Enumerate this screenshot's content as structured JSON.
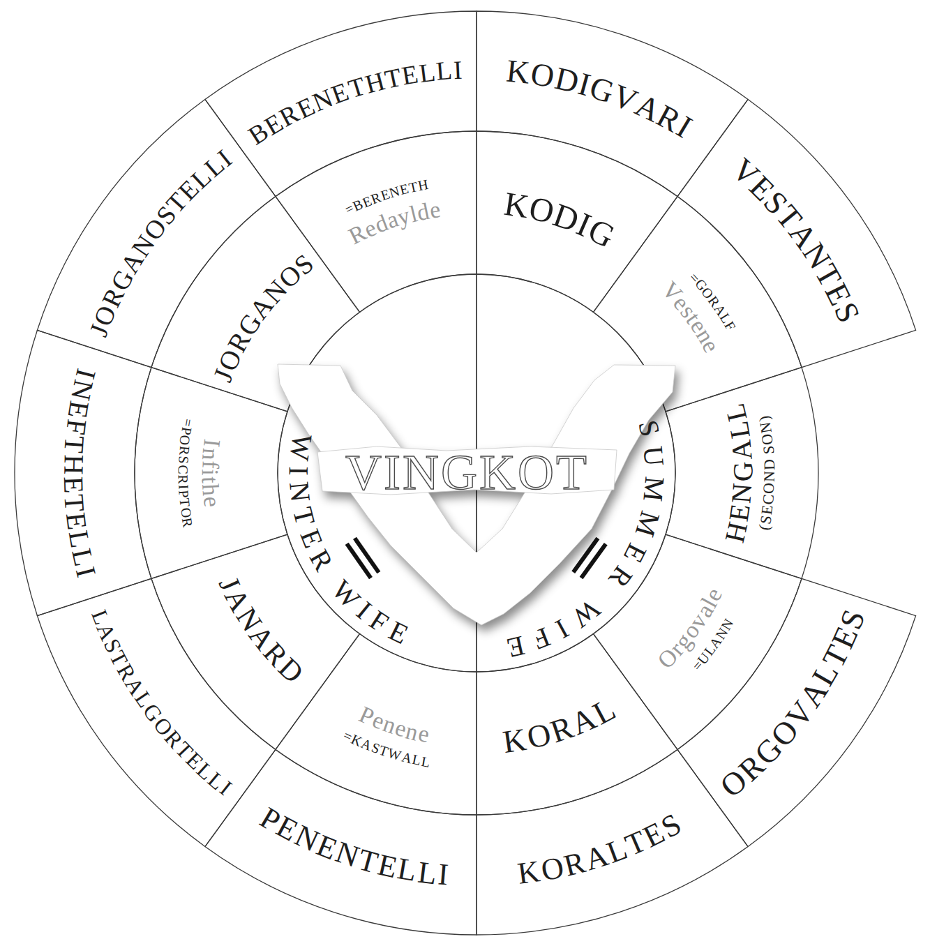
{
  "diagram": {
    "nodes": [
      {
        "text": [
          "VINGKOT"
        ]
      },
      {
        "text": [
          "WINTER WIFE"
        ]
      },
      {
        "text": [
          "SUMMER WIFE"
        ]
      },
      {
        "text": [
          "KODIG"
        ]
      },
      {
        "text": [
          "=GORALF",
          "Vestene"
        ]
      },
      {
        "text": [
          "HENGALL",
          "(SECOND SON)"
        ]
      },
      {
        "text": [
          "Orgovale",
          "=ULANN"
        ]
      },
      {
        "text": [
          "KORAL"
        ]
      },
      {
        "text": [
          "Penene",
          "=KASTWALL"
        ]
      },
      {
        "text": [
          "JANARD"
        ]
      },
      {
        "text": [
          "Infithe",
          "=PORSCRIPTOR"
        ]
      },
      {
        "text": [
          "JORGANOS"
        ]
      },
      {
        "text": [
          "=BERENETH",
          "Redaylde"
        ]
      },
      {
        "text": [
          "KODIGVARI"
        ]
      },
      {
        "text": [
          "VESTANTES"
        ]
      },
      {
        "text": [
          "ORGOVALTES"
        ]
      },
      {
        "text": [
          "KORALTES"
        ]
      },
      {
        "text": [
          "PENENTELLI"
        ]
      },
      {
        "text": [
          "LASTRALGORTELLI"
        ]
      },
      {
        "text": [
          "INEFTHETELLI"
        ]
      },
      {
        "text": [
          "JORGANOSTELLI"
        ]
      },
      {
        "text": [
          "BERENETHTELLI"
        ]
      }
    ]
  }
}
